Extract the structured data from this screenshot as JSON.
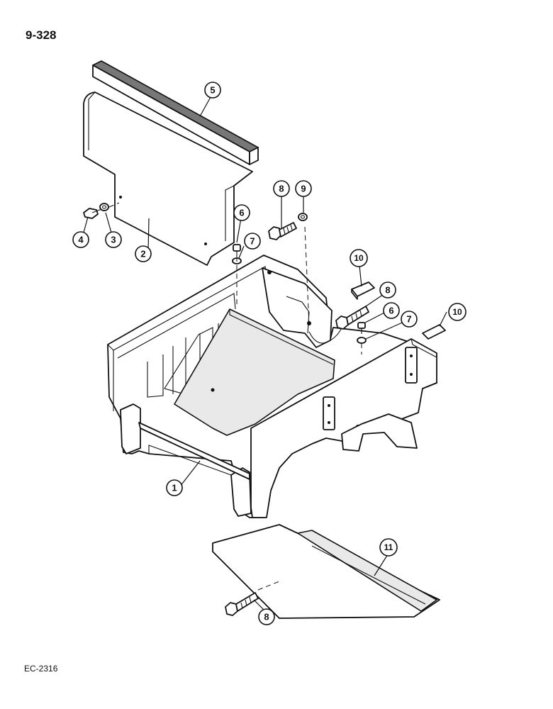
{
  "page": {
    "number": "9-328",
    "drawing_code": "EC-2316"
  },
  "callouts": [
    {
      "id": "c1",
      "label": "1"
    },
    {
      "id": "c2",
      "label": "2"
    },
    {
      "id": "c3",
      "label": "3"
    },
    {
      "id": "c4",
      "label": "4"
    },
    {
      "id": "c5",
      "label": "5"
    },
    {
      "id": "c6a",
      "label": "6"
    },
    {
      "id": "c6b",
      "label": "6"
    },
    {
      "id": "c7a",
      "label": "7"
    },
    {
      "id": "c7b",
      "label": "7"
    },
    {
      "id": "c8a",
      "label": "8"
    },
    {
      "id": "c8b",
      "label": "8"
    },
    {
      "id": "c8c",
      "label": "8"
    },
    {
      "id": "c9",
      "label": "9"
    },
    {
      "id": "c10a",
      "label": "10"
    },
    {
      "id": "c10b",
      "label": "10"
    },
    {
      "id": "c11",
      "label": "11"
    }
  ]
}
